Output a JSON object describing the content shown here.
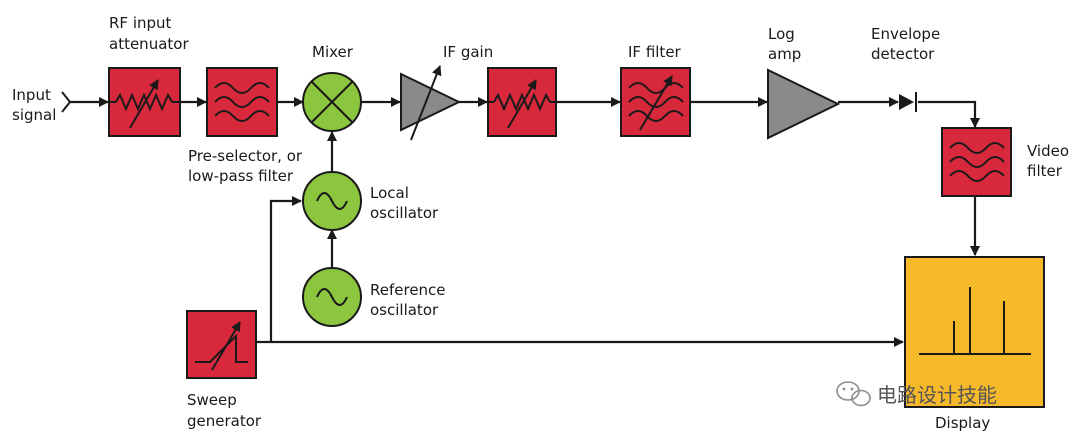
{
  "labels": {
    "input_1": "Input",
    "input_2": "signal",
    "rf_att_1": "RF input",
    "rf_att_2": "attenuator",
    "preselector_1": "Pre-selector, or",
    "preselector_2": "low-pass filter",
    "mixer": "Mixer",
    "if_gain": "IF gain",
    "if_filter": "IF filter",
    "log_amp_1": "Log",
    "log_amp_2": "amp",
    "envelope_1": "Envelope",
    "envelope_2": "detector",
    "video_1": "Video",
    "video_2": "filter",
    "local_osc_1": "Local",
    "local_osc_2": "oscillator",
    "ref_osc_1": "Reference",
    "ref_osc_2": "oscillator",
    "sweep_1": "Sweep",
    "sweep_2": "generator",
    "display": "Display"
  },
  "watermark": "电路设计技能",
  "icons": {
    "attenuator": "variable-resistor-icon",
    "filter": "filter-waves-icon",
    "mixer": "mixer-cross-icon",
    "amplifier": "amplifier-triangle-icon",
    "oscillator": "sine-wave-icon",
    "detector": "diode-icon",
    "sweep": "ramp-icon",
    "display": "spectrum-lines-icon"
  },
  "colors": {
    "block_red": "#d8283c",
    "oscillator_green": "#8cc63f",
    "amplifier_grey": "#8a8a8a",
    "display_yellow": "#f5b92a"
  }
}
